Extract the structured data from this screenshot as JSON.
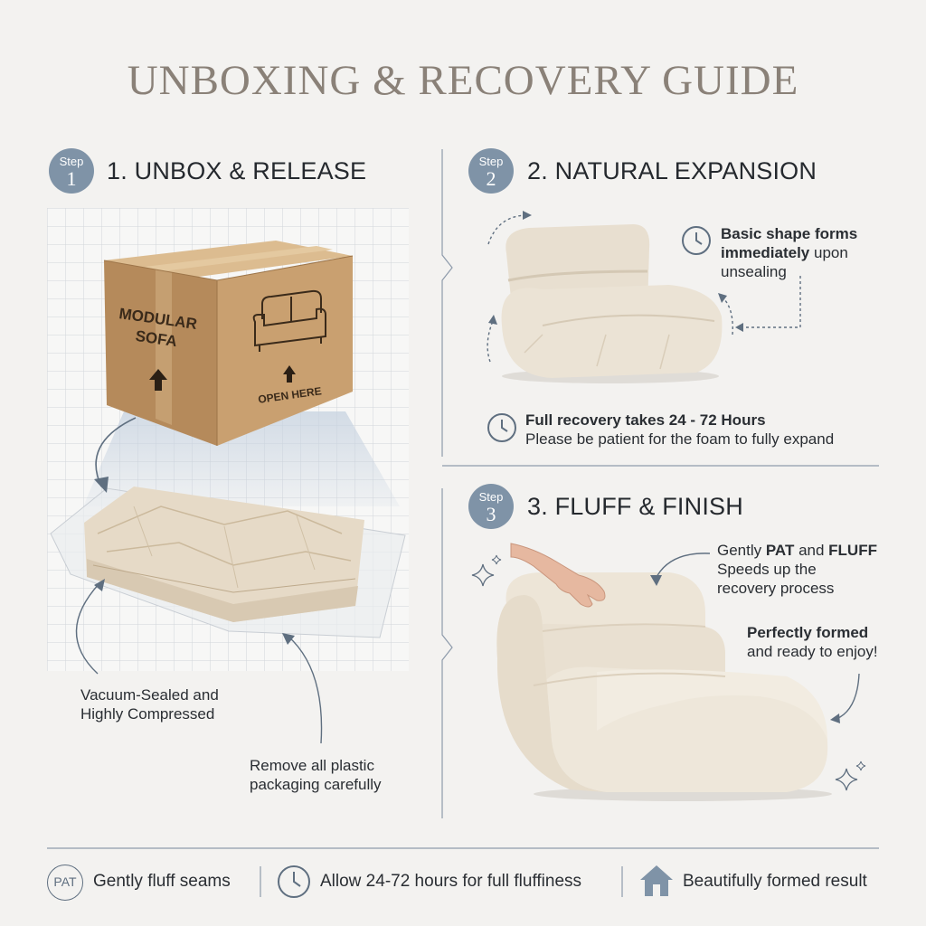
{
  "title": "UNBOXING & RECOVERY GUIDE",
  "steps": [
    {
      "badge": "Step",
      "number": "1",
      "heading": "1. UNBOX & RELEASE",
      "box_text_line1": "MODULAR",
      "box_text_line2": "SOFA",
      "box_open_here": "OPEN HERE",
      "note_vacuum_line1": "Vacuum-Sealed and",
      "note_vacuum_line2": "Highly Compressed",
      "note_remove_line1": "Remove all plastic",
      "note_remove_line2": "packaging carefully"
    },
    {
      "badge": "Step",
      "number": "2",
      "heading": "2. NATURAL EXPANSION",
      "note_shape_bold1": "Basic shape forms",
      "note_shape_bold2": "immediately",
      "note_shape_rest2": " upon",
      "note_shape_line3": "unsealing",
      "note_recovery_bold": "Full recovery takes 24 - 72 Hours",
      "note_recovery_line2": "Please be patient for the foam to fully expand"
    },
    {
      "badge": "Step",
      "number": "3",
      "heading": "3. FLUFF & FINISH",
      "note_pat_pre": "Gently ",
      "note_pat_b1": "PAT",
      "note_pat_mid": " and ",
      "note_pat_b2": "FLUFF",
      "note_pat_line2": "Speeds up the",
      "note_pat_line3": "recovery process",
      "note_formed_bold": "Perfectly formed",
      "note_formed_line2": "and ready to enjoy!"
    }
  ],
  "footer": {
    "pat_icon_text": "PAT",
    "item1": "Gently fluff seams",
    "item2": "Allow 24-72 hours for full fluffiness",
    "item3": "Beautifully formed result"
  },
  "colors": {
    "accent": "#7f93a7",
    "title": "#8a8178",
    "cardboard": "#c39a6b",
    "cream": "#efe6d8"
  },
  "icons": [
    "clock-icon",
    "pat-icon",
    "house-icon",
    "sparkle-icon",
    "arrow-icon"
  ]
}
